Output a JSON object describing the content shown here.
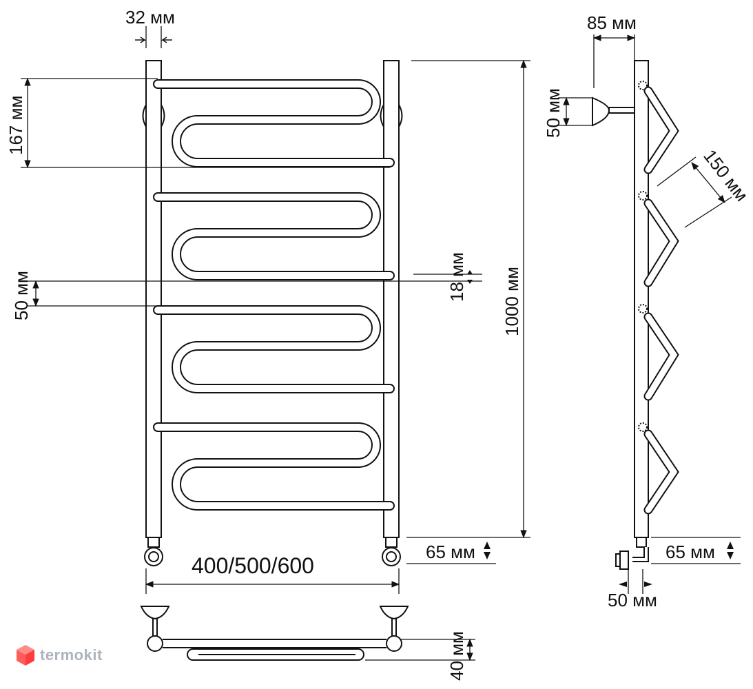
{
  "dimensions": {
    "top_spacing": "32 мм",
    "side_offset": "85 мм",
    "step_height": "167 мм",
    "bar_gap": "50 мм",
    "wall_mount": "50 мм",
    "bend_depth": "150 мм",
    "tube_diameter": "18 мм",
    "total_height": "1000 мм",
    "connection_front": "65 мм",
    "connection_side": "65 мм",
    "width_options": "400/500/600",
    "bottom_offset": "50 мм",
    "top_view_depth": "40 мм"
  },
  "brand": {
    "name": "termokit",
    "color": "#aeb4bd",
    "icon": "cube-logo-icon"
  },
  "colors": {
    "line": "#111111",
    "background": "#ffffff"
  }
}
